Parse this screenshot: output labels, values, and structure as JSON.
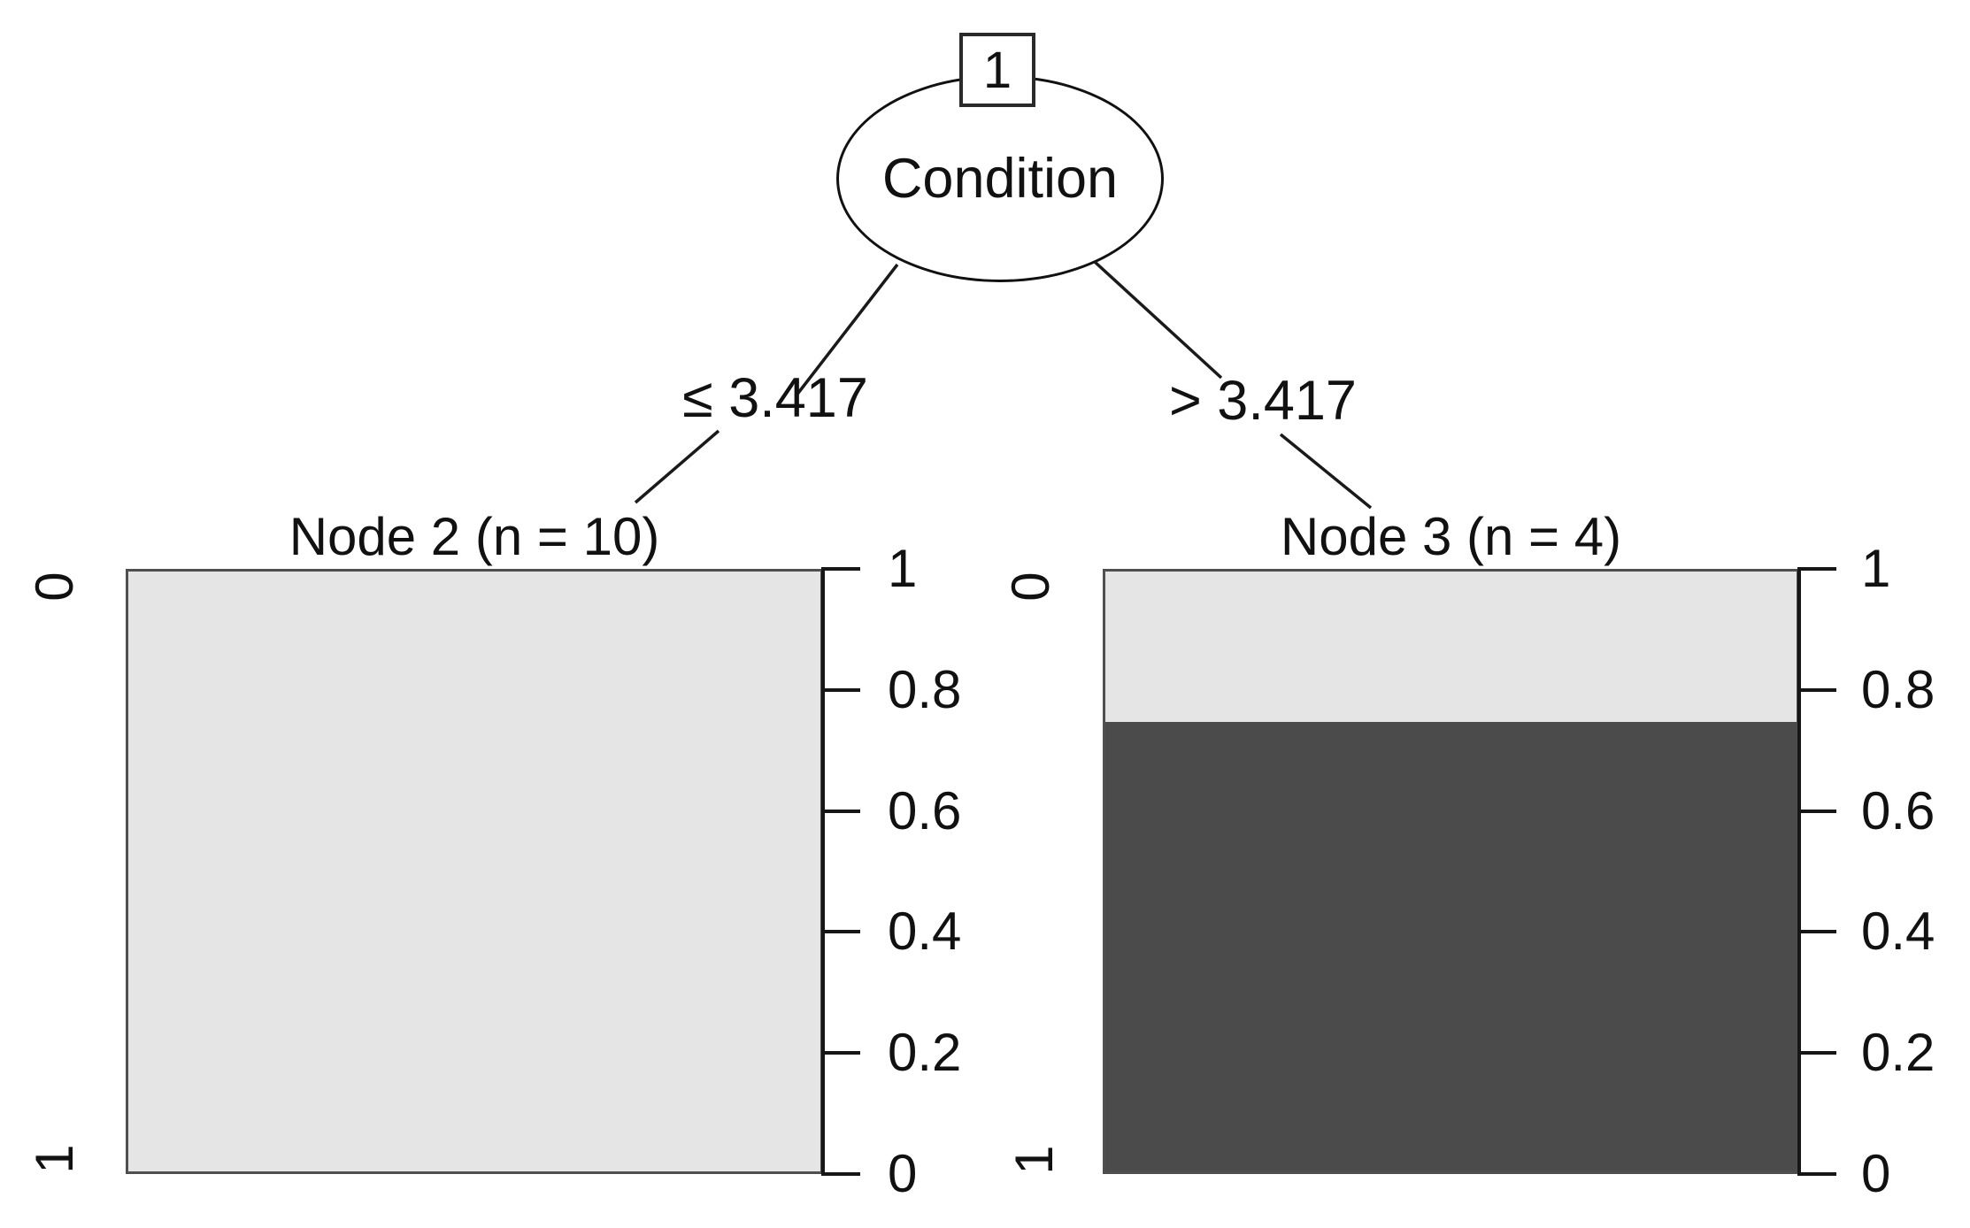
{
  "tree": {
    "root": {
      "id": "1",
      "label": "Condition"
    },
    "edges": {
      "left": "≤ 3.417",
      "right": "> 3.417"
    }
  },
  "chart_data": [
    {
      "type": "bar",
      "stacked": true,
      "title": "Node 2 (n = 10)",
      "n": 10,
      "categories": [
        "0",
        "1"
      ],
      "values": [
        1.0,
        0.0
      ],
      "ylim": [
        0,
        1
      ],
      "yticks": [
        1,
        0.8,
        0.6,
        0.4,
        0.2,
        0
      ],
      "ytick_labels": [
        "1",
        "0.8",
        "0.6",
        "0.4",
        "0.2",
        "0"
      ],
      "axis_side": "right",
      "class_axis_labels": {
        "top": "0",
        "bottom": "1"
      },
      "legend_position": "none",
      "grid": false
    },
    {
      "type": "bar",
      "stacked": true,
      "title": "Node 3 (n = 4)",
      "n": 4,
      "categories": [
        "0",
        "1"
      ],
      "values": [
        0.25,
        0.75
      ],
      "ylim": [
        0,
        1
      ],
      "yticks": [
        1,
        0.8,
        0.6,
        0.4,
        0.2,
        0
      ],
      "ytick_labels": [
        "1",
        "0.8",
        "0.6",
        "0.4",
        "0.2",
        "0"
      ],
      "axis_side": "right",
      "class_axis_labels": {
        "top": "0",
        "bottom": "1"
      },
      "legend_position": "none",
      "grid": false
    }
  ],
  "colors": {
    "segment_light": "#e5e5e5",
    "segment_dark": "#4b4b4b",
    "stroke": "#1a1a1a",
    "background": "#ffffff"
  }
}
